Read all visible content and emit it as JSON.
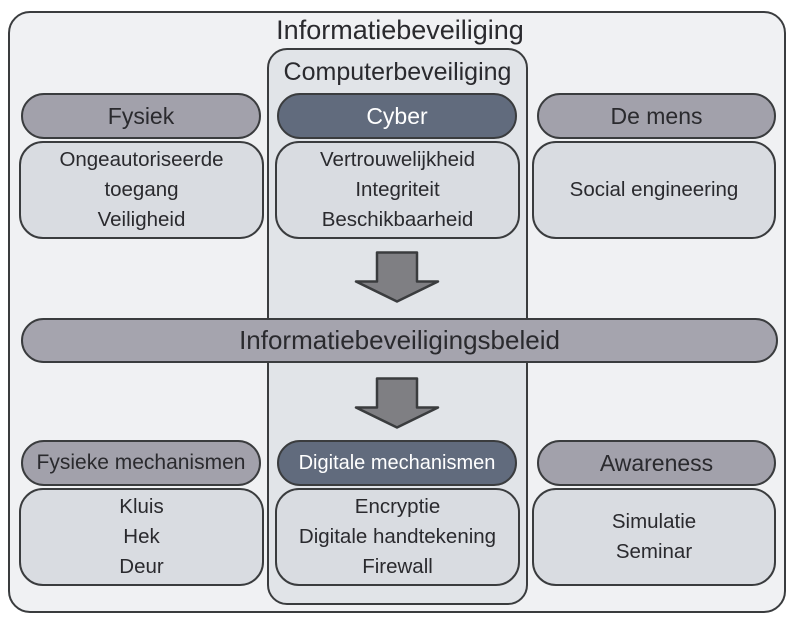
{
  "diagram": {
    "title": "Informatiebeveiliging",
    "inner_title": "Computerbeveiliging",
    "policy_bar": "Informatiebeveiligingsbeleid"
  },
  "top_row": {
    "fysiek": {
      "header": "Fysiek",
      "lines": [
        "Ongeautoriseerde",
        "toegang",
        "Veiligheid"
      ]
    },
    "cyber": {
      "header": "Cyber",
      "lines": [
        "Vertrouwelijkheid",
        "Integriteit",
        "Beschikbaarheid"
      ]
    },
    "de_mens": {
      "header": "De mens",
      "lines": [
        "Social engineering"
      ]
    }
  },
  "bottom_row": {
    "fysieke_mechanismen": {
      "header": "Fysieke mechanismen",
      "lines": [
        "Kluis",
        "Hek",
        "Deur"
      ]
    },
    "digitale_mechanismen": {
      "header": "Digitale mechanismen",
      "lines": [
        "Encryptie",
        "Digitale handtekening",
        "Firewall"
      ]
    },
    "awareness": {
      "header": "Awareness",
      "lines": [
        "Simulatie",
        "Seminar"
      ]
    }
  },
  "icons": {
    "arrow_top": "block-arrow-down-icon",
    "arrow_bottom": "block-arrow-down-icon"
  },
  "colors": {
    "outer_bg": "#f0f1f3",
    "inner_bg": "#e1e4e8",
    "box_bg": "#d9dce1",
    "pill_bg": "#a2a1ab",
    "dark_pill_bg": "#616b7d",
    "bar_bg": "#a5a4ae",
    "arrow_fill": "#7f7f83",
    "border": "#3a3c3e",
    "text_dark": "#2a2a2e",
    "text_light": "#ffffff"
  }
}
